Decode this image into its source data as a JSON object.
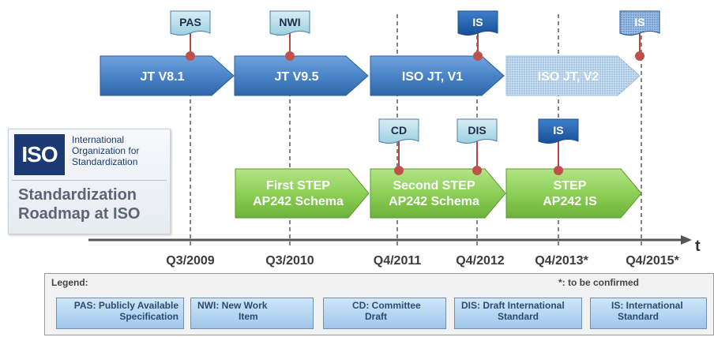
{
  "axis": {
    "label": "t"
  },
  "dates": [
    "Q3/2009",
    "Q3/2010",
    "Q4/2011",
    "Q4/2012",
    "Q4/2013*",
    "Q4/2015*"
  ],
  "jt_track": [
    {
      "label": "JT V8.1",
      "style": "solid"
    },
    {
      "label": "JT V9.5",
      "style": "solid"
    },
    {
      "label": "ISO JT, V1",
      "style": "solid"
    },
    {
      "label": "ISO JT, V2",
      "style": "dotted"
    }
  ],
  "step_track": [
    {
      "line1": "First STEP",
      "line2": "AP242 Schema"
    },
    {
      "line1": "Second STEP",
      "line2": "AP242 Schema"
    },
    {
      "line1": "STEP",
      "line2": "AP242 IS"
    }
  ],
  "jt_milestones": [
    {
      "label": "PAS",
      "style": "light"
    },
    {
      "label": "NWI",
      "style": "light"
    },
    {
      "label": "IS",
      "style": "dark"
    },
    {
      "label": "IS",
      "style": "dotted"
    }
  ],
  "step_milestones": [
    {
      "label": "CD",
      "style": "light"
    },
    {
      "label": "DIS",
      "style": "light"
    },
    {
      "label": "IS",
      "style": "dark"
    }
  ],
  "iso": {
    "logo_text": "ISO",
    "name_lines": [
      "International",
      "Organization for",
      "Standardization"
    ],
    "title_lines": [
      "Standardization",
      "Roadmap at ISO"
    ]
  },
  "legend": {
    "title": "Legend:",
    "note": "*: to be confirmed",
    "items": [
      {
        "line1": "PAS: Publicly Available",
        "line2": "Specification"
      },
      {
        "line1": "NWI: New Work",
        "line2": "Item"
      },
      {
        "line1": "CD: Committee",
        "line2": "Draft"
      },
      {
        "line1": "DIS: Draft International",
        "line2": "Standard"
      },
      {
        "line1": "IS: International",
        "line2": "Standard"
      }
    ]
  },
  "colors": {
    "jt_arrow": "#4f86c6",
    "step_arrow": "#8fd15c",
    "marker": "#c0504d",
    "milestone_light": "#b9dde8",
    "milestone_dark": "#1f5fae",
    "axis": "#555555"
  }
}
